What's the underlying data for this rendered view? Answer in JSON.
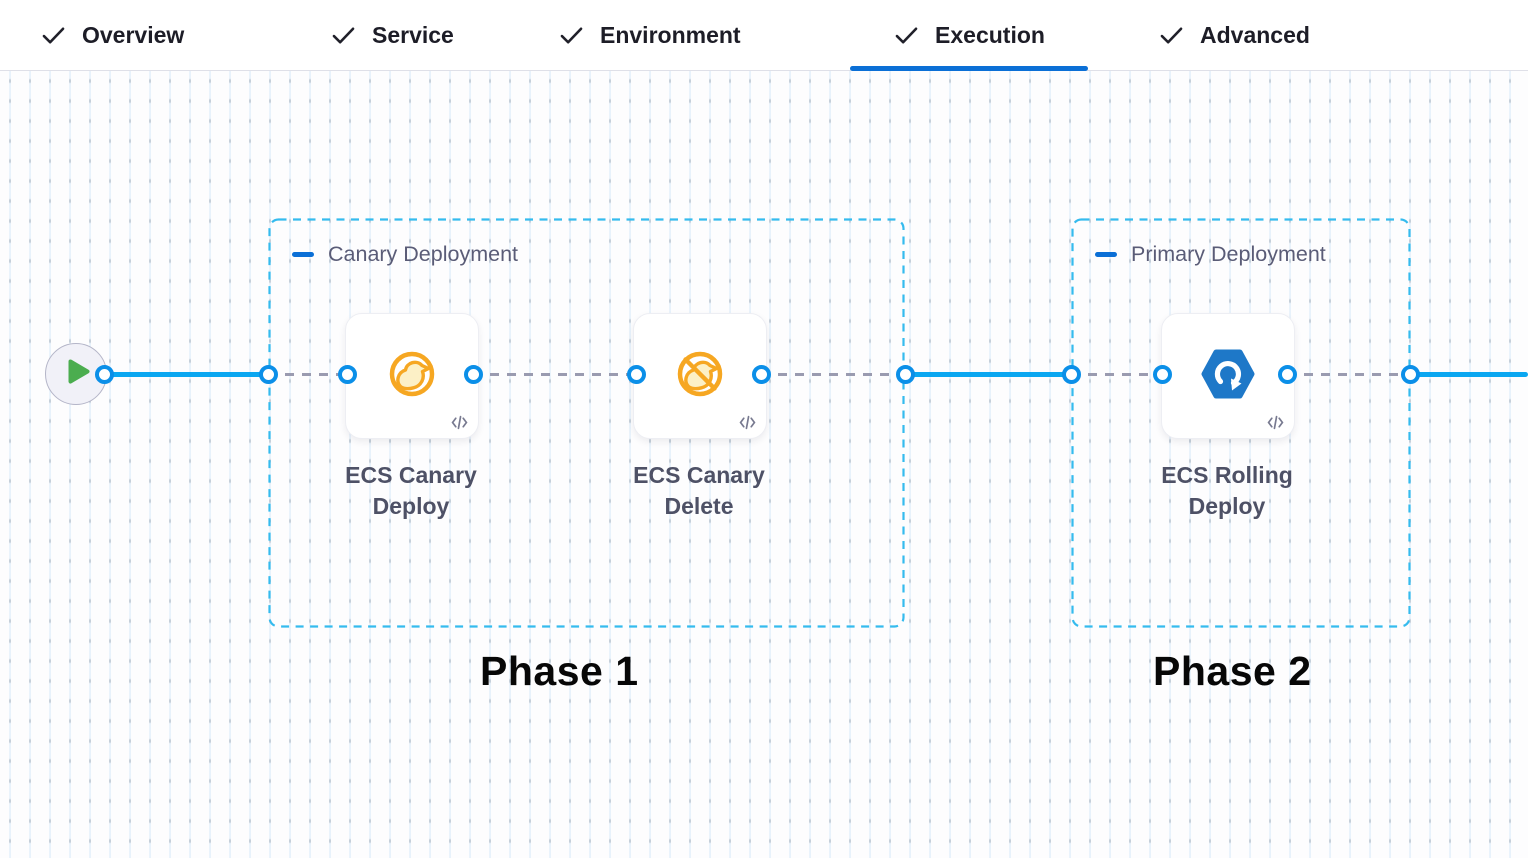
{
  "header": {
    "tabs": [
      {
        "label": "Overview",
        "checked": true,
        "active": false,
        "icon": "check-icon"
      },
      {
        "label": "Service",
        "checked": true,
        "active": false,
        "icon": "check-icon"
      },
      {
        "label": "Environment",
        "checked": true,
        "active": false,
        "icon": "check-icon"
      },
      {
        "label": "Execution",
        "checked": true,
        "active": true,
        "icon": "check-icon"
      },
      {
        "label": "Advanced",
        "checked": true,
        "active": false,
        "icon": "check-icon"
      }
    ]
  },
  "pipeline": {
    "start_node": {
      "icon": "play-icon"
    },
    "groups": [
      {
        "label": "Canary Deployment",
        "phase_label": "Phase 1",
        "collapse_icon": "minus-icon",
        "steps": [
          {
            "name": "ECS Canary Deploy",
            "icon": "canary-deploy-icon",
            "badge_icon": "code-icon"
          },
          {
            "name": "ECS Canary Delete",
            "icon": "canary-delete-icon",
            "badge_icon": "code-icon"
          }
        ]
      },
      {
        "label": "Primary Deployment",
        "phase_label": "Phase 2",
        "collapse_icon": "minus-icon",
        "steps": [
          {
            "name": "ECS Rolling Deploy",
            "icon": "ecs-rolling-deploy-icon",
            "badge_icon": "code-icon"
          }
        ]
      }
    ]
  },
  "colors": {
    "active_tab_underline": "#0B6FD6",
    "connector_blue": "#0BA7F1",
    "port_blue": "#0B8FE8",
    "group_border": "#35BBEE",
    "dashed_connector_grey": "#9A9BB0",
    "canary_orange": "#F6A722",
    "canary_fill": "#FCF0C6",
    "ecs_blue": "#1E78C8",
    "play_green": "#4BAD4F",
    "step_label_color": "#4E5166",
    "group_label_color": "#5A5C77"
  }
}
